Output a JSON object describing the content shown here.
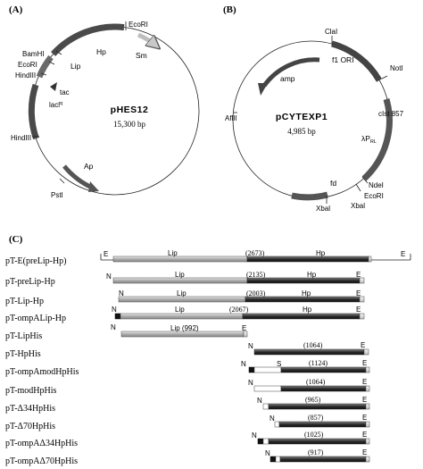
{
  "panel_a": {
    "panel_label": "(A)",
    "plasmid_name": "pHES12",
    "plasmid_size": "15,300 bp",
    "sites": {
      "ecori_top": "EcoRI",
      "bamhi": "BamHI",
      "ecori_left": "EcoRI",
      "hindiii_top": "HindIII",
      "hindiii_bottom": "HindIII",
      "psti": "PstI"
    },
    "genes": {
      "hp": "Hp",
      "sm": "Sm",
      "lip": "Lip",
      "tac": "tac",
      "lacl": "lacl",
      "lacl_sup": "q",
      "ap": "Ap"
    }
  },
  "panel_b": {
    "panel_label": "(B)",
    "plasmid_name": "pCYTEXP1",
    "plasmid_size": "4,985 bp",
    "sites": {
      "clai": "ClaI",
      "noti": "NotI",
      "aflii": "AflII",
      "ndei": "NdeI",
      "ecori": "EcoRI",
      "xbai_left": "Xbal",
      "xbai_right": "Xbal"
    },
    "genes": {
      "f1ori": "f1 ORI",
      "amp": "amp",
      "cits857": "cIst 857",
      "lambda_pr": "λP",
      "lambda_sub": "RL",
      "fd": "fd"
    }
  },
  "panel_c": {
    "panel_label": "(C)",
    "constructs": [
      {
        "name": "pT-E(preLip-Hp)",
        "labels": {
          "start": "E",
          "lip": "Lip",
          "num": "(2673)",
          "hp": "Hp",
          "end": "E"
        }
      },
      {
        "name": "pT-preLip-Hp",
        "labels": {
          "start": "N",
          "lip": "Lip",
          "num": "(2135)",
          "hp": "Hp",
          "end": "E"
        }
      },
      {
        "name": "pT-Lip-Hp",
        "labels": {
          "start": "N",
          "lip": "Lip",
          "num": "(2003)",
          "hp": "Hp",
          "end": "E"
        }
      },
      {
        "name": "pT-ompALip-Hp",
        "labels": {
          "start": "N",
          "lip": "Lip",
          "num": "(2067)",
          "hp": "Hp",
          "end": "E"
        }
      },
      {
        "name": "pT-LipHis",
        "labels": {
          "start": "N",
          "lip": "Lip (992)",
          "end": "E"
        }
      },
      {
        "name": "pT-HpHis",
        "labels": {
          "start": "N",
          "num": "(1064)",
          "end": "E"
        }
      },
      {
        "name": "pT-ompAmodHpHis",
        "labels": {
          "start": "N",
          "mid": "S",
          "num": "(1124)",
          "end": "E"
        }
      },
      {
        "name": "pT-modHpHis",
        "labels": {
          "start": "N",
          "num": "(1064)",
          "end": "E"
        }
      },
      {
        "name": "pT-Δ34HpHis",
        "labels": {
          "start": "N",
          "num": "(965)",
          "end": "E"
        }
      },
      {
        "name": "pT-Δ70HpHis",
        "labels": {
          "start": "N",
          "num": "(857)",
          "end": "E"
        }
      },
      {
        "name": "pT-ompAΔ34HpHis",
        "labels": {
          "start": "N",
          "num": "(1025)",
          "end": "E"
        }
      },
      {
        "name": "pT-ompAΔ70HpHis",
        "labels": {
          "start": "N",
          "num": "(917)",
          "end": "E"
        }
      }
    ]
  }
}
